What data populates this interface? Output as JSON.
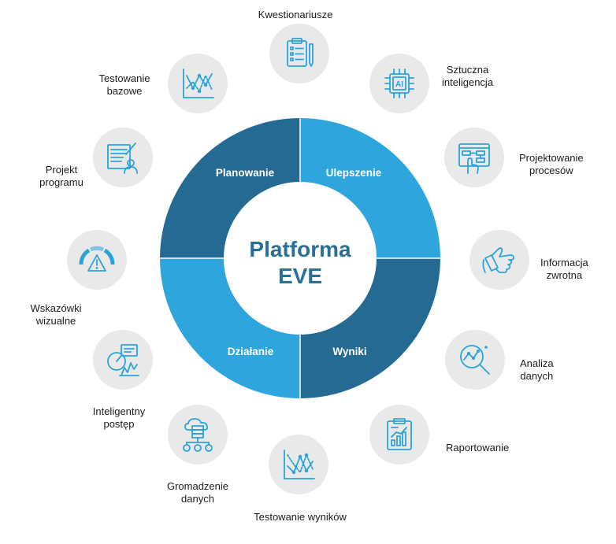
{
  "center": {
    "line1": "Platforma",
    "line2": "EVE"
  },
  "quadrants": [
    {
      "id": "planning",
      "label": "Planowanie",
      "color": "#246a92"
    },
    {
      "id": "improvement",
      "label": "Ulepszenie",
      "color": "#2ea5dc"
    },
    {
      "id": "results",
      "label": "Wyniki",
      "color": "#246a92"
    },
    {
      "id": "action",
      "label": "Działanie",
      "color": "#2ea5dc"
    }
  ],
  "nodes": [
    {
      "id": "questionnaires",
      "label": "Kwestionariusze",
      "icon": "clipboard-icon"
    },
    {
      "id": "ai",
      "label_lines": [
        "Sztuczna",
        "inteligencja"
      ],
      "icon": "ai-chip-icon"
    },
    {
      "id": "process-design",
      "label_lines": [
        "Projektowanie",
        "procesów"
      ],
      "icon": "flowchart-hand-icon"
    },
    {
      "id": "feedback",
      "label_lines": [
        "Informacja",
        "zwrotna"
      ],
      "icon": "thumbs-up-icon"
    },
    {
      "id": "data-analysis",
      "label_lines": [
        "Analiza",
        "danych"
      ],
      "icon": "magnifier-chart-icon"
    },
    {
      "id": "reporting",
      "label": "Raportowanie",
      "icon": "report-chart-icon"
    },
    {
      "id": "results-testing",
      "label": "Testowanie wyników",
      "icon": "line-chart-icon"
    },
    {
      "id": "data-collection",
      "label_lines": [
        "Gromadzenie",
        "danych"
      ],
      "icon": "cloud-database-icon"
    },
    {
      "id": "smart-progress",
      "label_lines": [
        "Inteligentny",
        "postęp"
      ],
      "icon": "gauge-chart-icon"
    },
    {
      "id": "visual-cues",
      "label_lines": [
        "Wskazówki",
        "wizualne"
      ],
      "icon": "warning-gauge-icon"
    },
    {
      "id": "program-project",
      "label_lines": [
        "Projekt",
        "programu"
      ],
      "icon": "document-person-icon"
    },
    {
      "id": "baseline-testing",
      "label_lines": [
        "Testowanie",
        "bazowe"
      ],
      "icon": "line-chart-icon"
    }
  ],
  "colors": {
    "accent": "#2aa3d9",
    "node_bg": "#e9e9e9",
    "center_text": "#2a6f97"
  }
}
